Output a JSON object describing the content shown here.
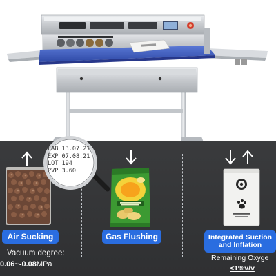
{
  "stamp": {
    "lines": [
      "FAB 13.07.21",
      "EXP 07.08.21",
      "LOT 194",
      "PVP 3.60"
    ]
  },
  "features": [
    {
      "label": "Air Sucking",
      "detail_label": "Vacuum degree:",
      "detail_value": "0.06~-0.08",
      "detail_unit": "MPa"
    },
    {
      "label": "Gas Flushing"
    },
    {
      "label_line1": "Integrated Suction",
      "label_line2": "and Inflation",
      "detail_label": "Remaining Oxyge",
      "detail_value": "<1%v/v"
    }
  ],
  "colors": {
    "band": "#353638",
    "pill": "#2a6de0",
    "conveyor": "#3f5fc4",
    "steel": "#c9ccd0"
  },
  "icons": [
    "arrow-up-icon",
    "arrow-down-icon",
    "magnifier-icon"
  ]
}
